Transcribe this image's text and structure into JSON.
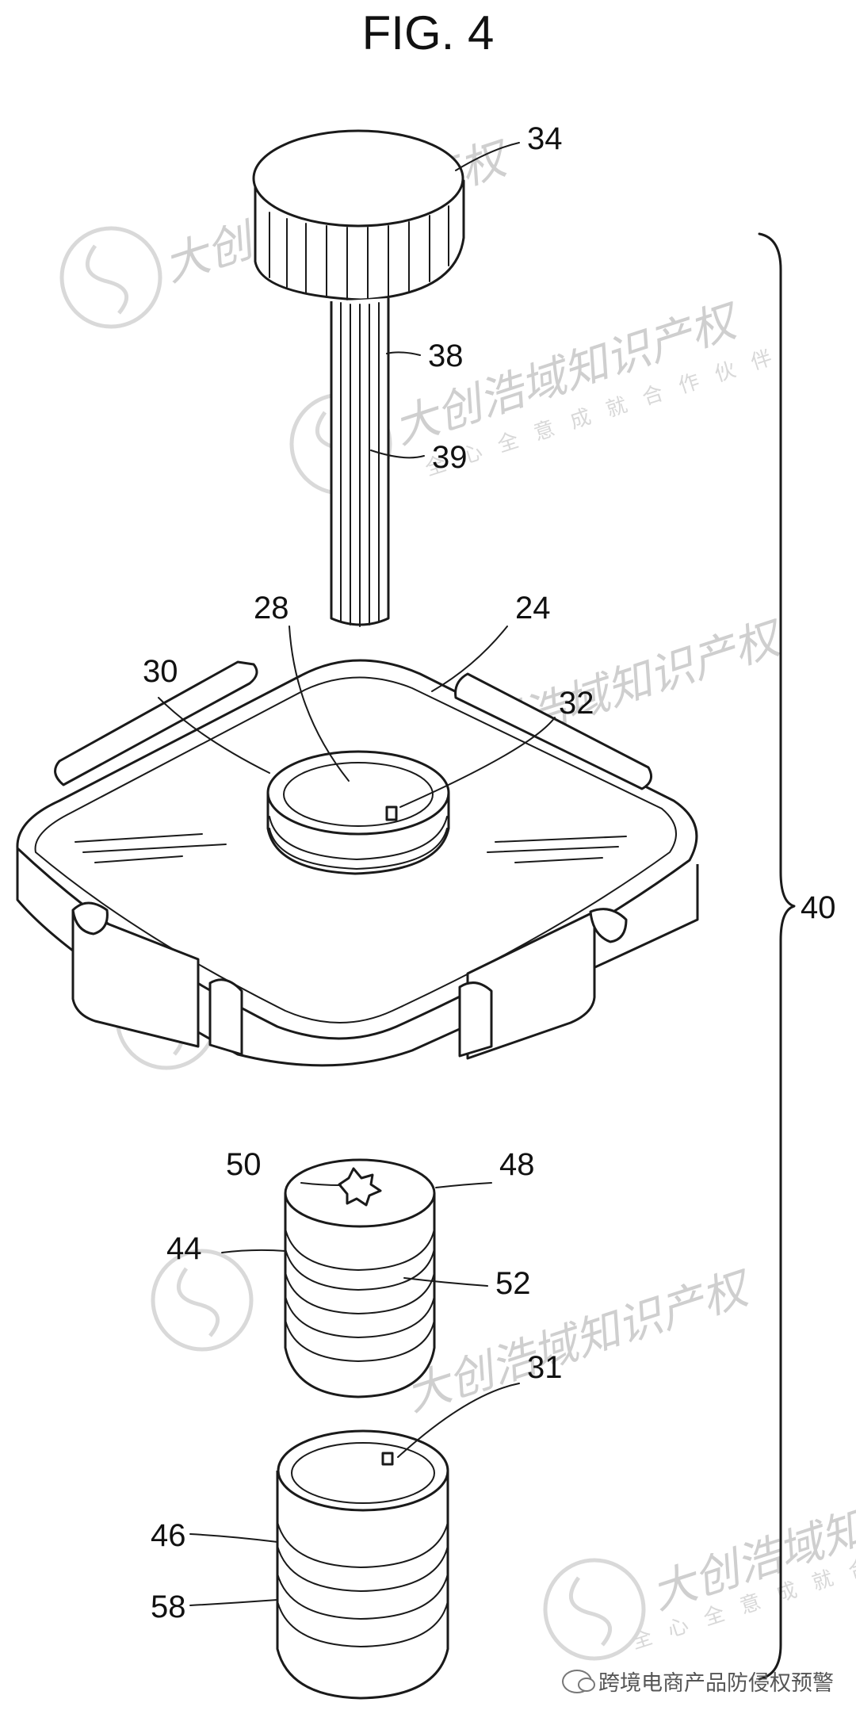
{
  "figure": {
    "title": "FIG. 4",
    "labels": {
      "l34": "34",
      "l38": "38",
      "l39": "39",
      "l28": "28",
      "l24": "24",
      "l30": "30",
      "l32": "32",
      "l40": "40",
      "l50": "50",
      "l48": "48",
      "l44": "44",
      "l52": "52",
      "l31": "31",
      "l46": "46",
      "l58": "58"
    }
  },
  "watermark": {
    "brand": "大创浩域知识产权",
    "slogan": "全心全意成就合作伙伴"
  },
  "footer": {
    "account": "跨境电商产品防侵权预警",
    "icon": "wechat-icon"
  }
}
